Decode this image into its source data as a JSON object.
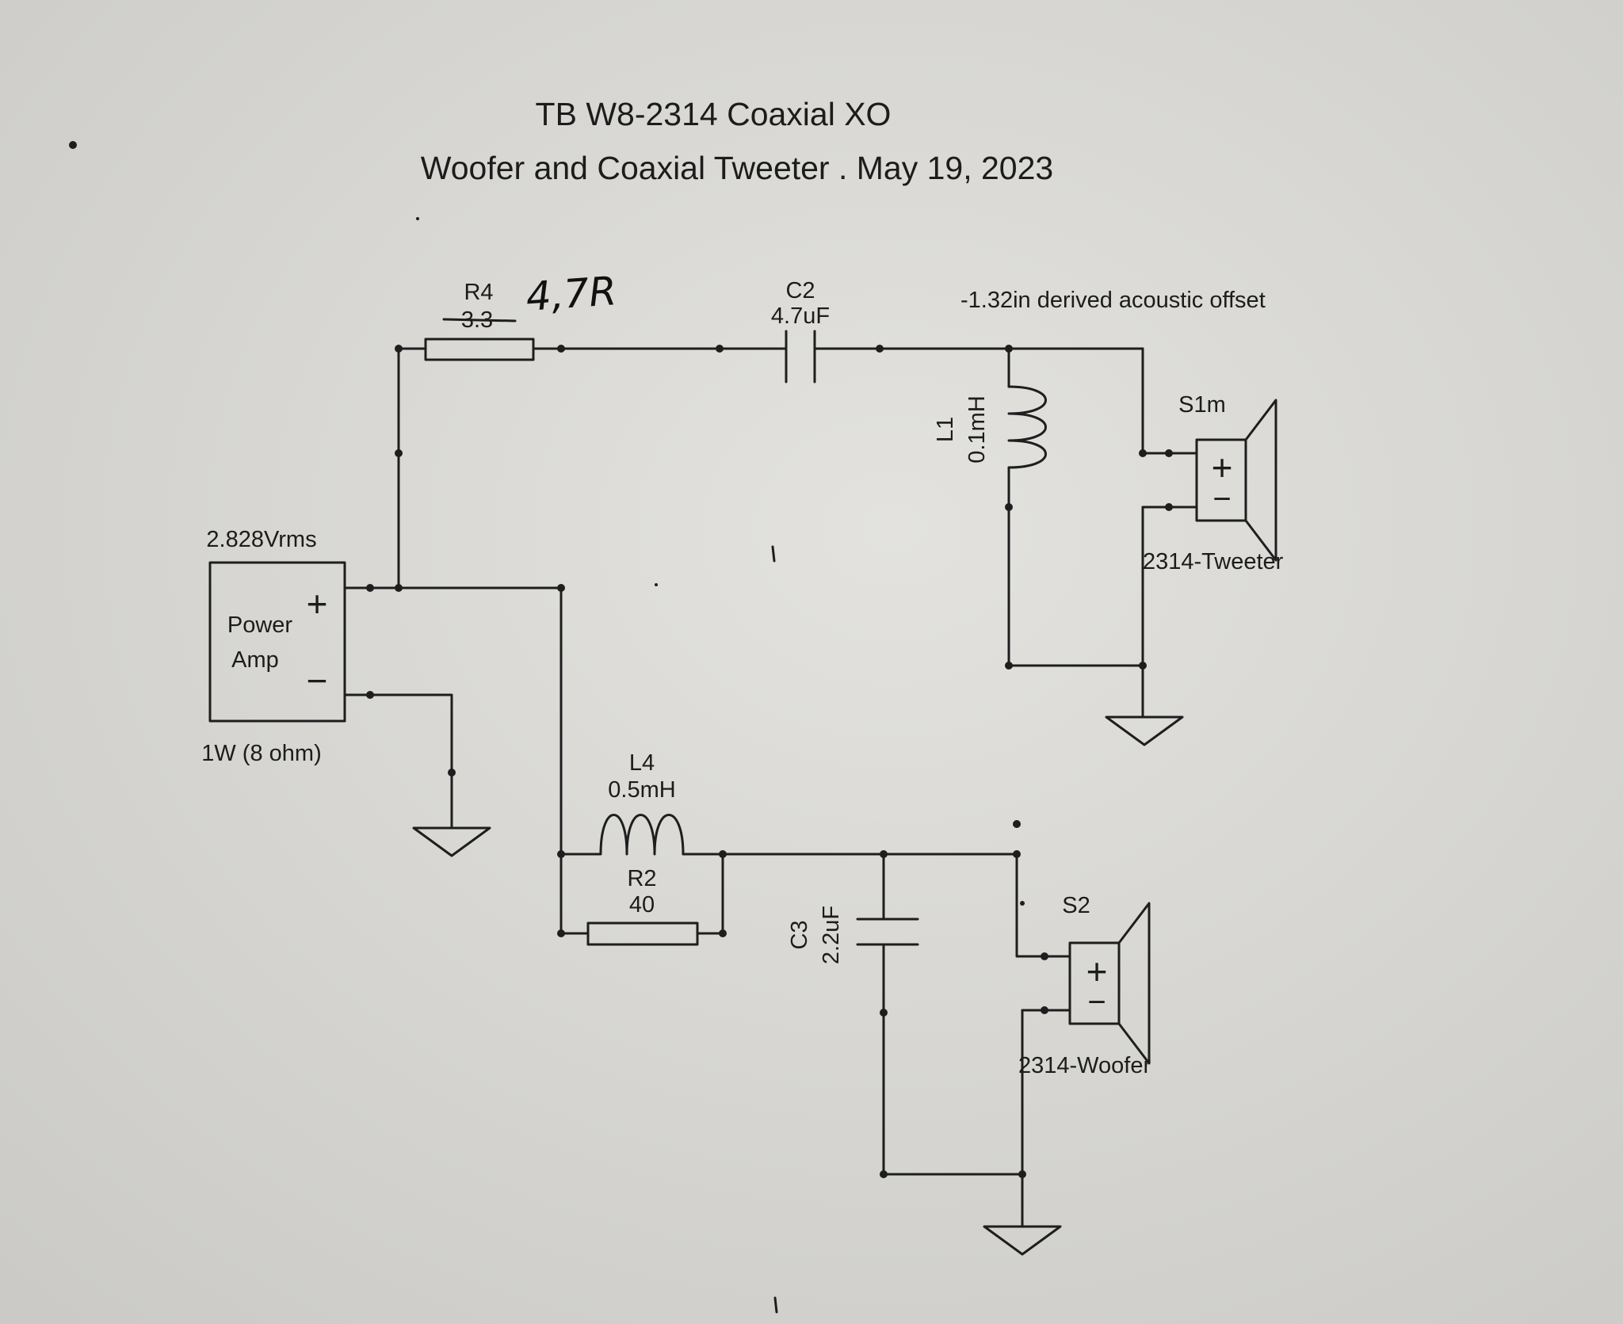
{
  "title": {
    "line1": "TB W8-2314 Coaxial XO",
    "line2": "Woofer and Coaxial Tweeter . May 19, 2023"
  },
  "source": {
    "voltage": "2.828Vrms",
    "name_line1": "Power",
    "name_line2": "Amp",
    "plus": "+",
    "minus": "−",
    "power": "1W (8 ohm)"
  },
  "components": {
    "r4": {
      "ref": "R4",
      "value_struck": "3.3",
      "value_handwritten": "4,7R"
    },
    "c2": {
      "ref": "C2",
      "value": "4.7uF"
    },
    "l1": {
      "ref": "L1",
      "value": "0.1mH"
    },
    "l4": {
      "ref": "L4",
      "value": "0.5mH"
    },
    "r2": {
      "ref": "R2",
      "value": "40"
    },
    "c3": {
      "ref": "C3",
      "value": "2.2uF"
    }
  },
  "drivers": {
    "tweeter": {
      "ref": "S1m",
      "name": "2314-Tweeter",
      "plus": "+",
      "minus": "−"
    },
    "woofer": {
      "ref": "S2",
      "name": "2314-Woofer",
      "plus": "+",
      "minus": "−"
    }
  },
  "annotation": {
    "offset": "-1.32in derived acoustic offset"
  },
  "colors": {
    "paper": "#d6d5d2",
    "ink": "#1e1e1e"
  }
}
